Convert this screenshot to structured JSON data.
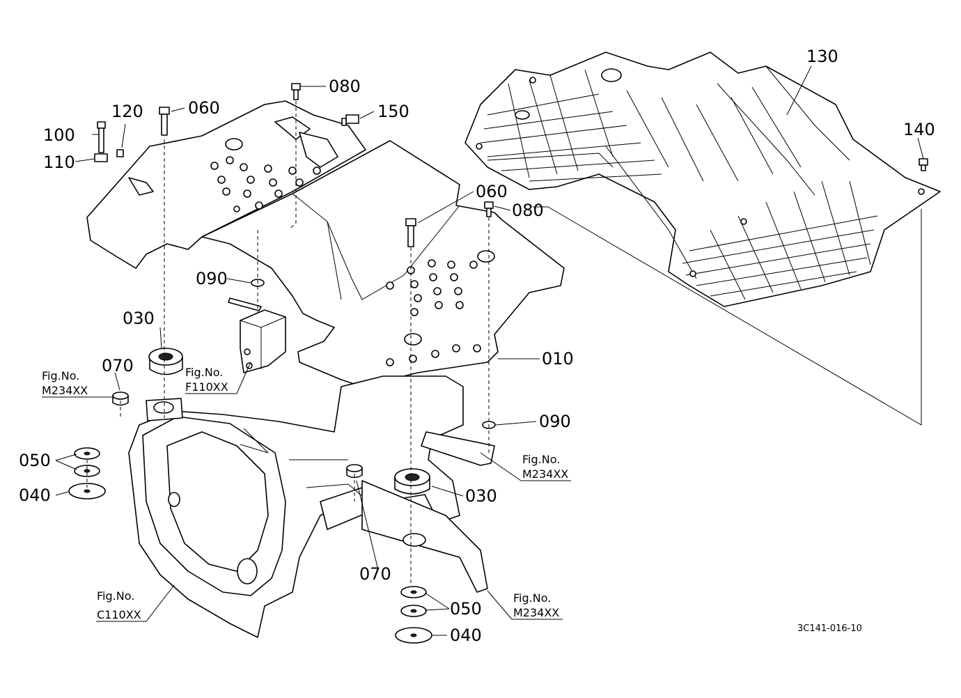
{
  "labels": {
    "p010": "010",
    "p030a": "030",
    "p030b": "030",
    "p040a": "040",
    "p040b": "040",
    "p050a": "050",
    "p050b": "050",
    "p060a": "060",
    "p060b": "060",
    "p070a": "070",
    "p070b": "070",
    "p080a": "080",
    "p080b": "080",
    "p090a": "090",
    "p090b": "090",
    "p100": "100",
    "p110": "110",
    "p120": "120",
    "p130": "130",
    "p140": "140",
    "p150": "150"
  },
  "refs": {
    "fig_prefix": "Fig.No.",
    "m234_left": "M234XX",
    "f110": "F110XX",
    "m234_right_top": "M234XX",
    "m234_right_bottom": "M234XX",
    "c110": "C110XX"
  },
  "drawing_code": "3C141-016-10"
}
